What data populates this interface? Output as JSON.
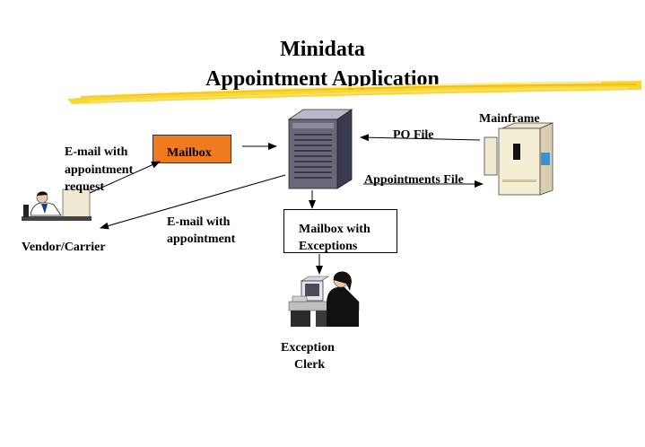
{
  "title": {
    "line1": "Minidata",
    "line2": "Appointment Application"
  },
  "labels": {
    "mainframe": "Mainframe",
    "po_file": "PO File",
    "appointments_file": "Appointments File",
    "mailbox": "Mailbox",
    "email_request_1": "E-mail with",
    "email_request_2": "appointment",
    "email_request_3": "request",
    "email_appt_1": "E-mail with",
    "email_appt_2": "appointment",
    "mailbox_exc_1": "Mailbox  with",
    "mailbox_exc_2": "Exceptions",
    "vendor": "Vendor/Carrier",
    "clerk_1": "Exception",
    "clerk_2": "Clerk"
  },
  "colors": {
    "mailbox_fill": "#f07a1e",
    "highlight_stroke": "#f7d21e"
  },
  "icons": [
    "server-icon",
    "mainframe-icon",
    "vendor-person-icon",
    "clerk-person-icon"
  ]
}
